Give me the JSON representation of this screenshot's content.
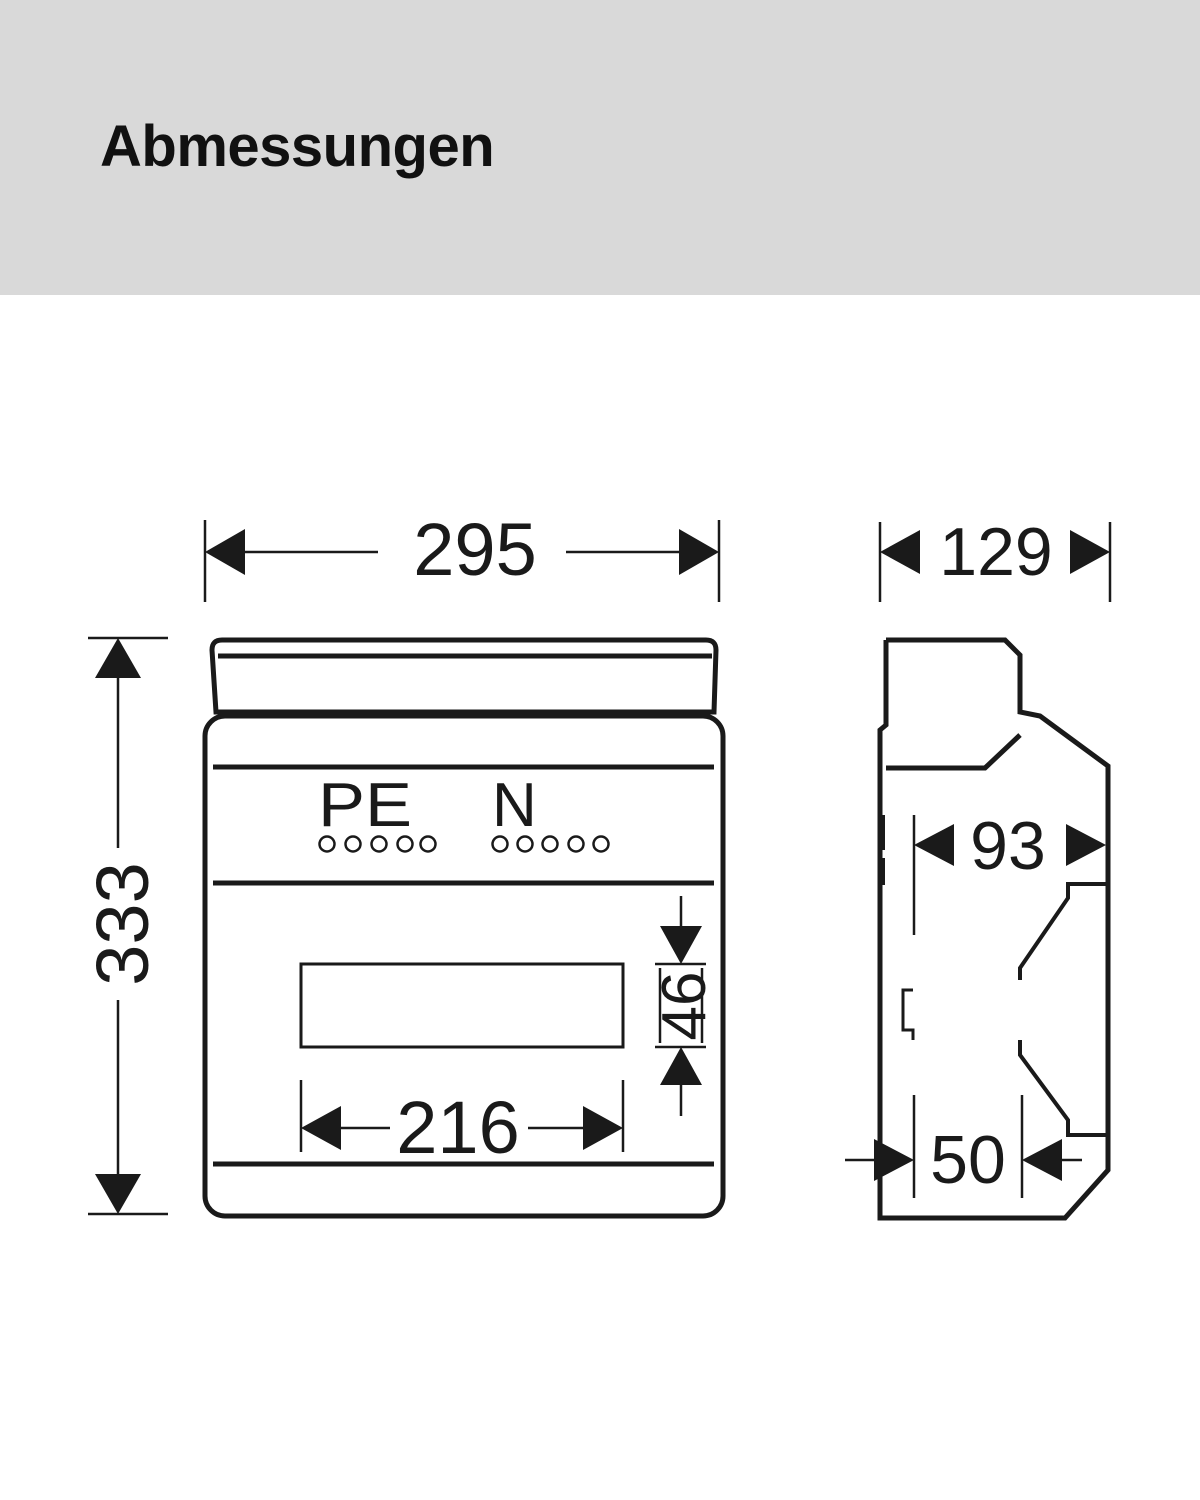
{
  "header": {
    "title": "Abmessungen"
  },
  "drawing": {
    "front_view": {
      "width_label": "295",
      "height_label": "333",
      "window_width_label": "216",
      "window_height_label": "46",
      "terminal_pe_label": "PE",
      "terminal_n_label": "N"
    },
    "side_view": {
      "depth_label": "129",
      "inner_depth_label": "93",
      "rail_offset_label": "50"
    },
    "colors": {
      "line": "#1a1a1a",
      "header_bg": "#d9d9d9"
    }
  }
}
